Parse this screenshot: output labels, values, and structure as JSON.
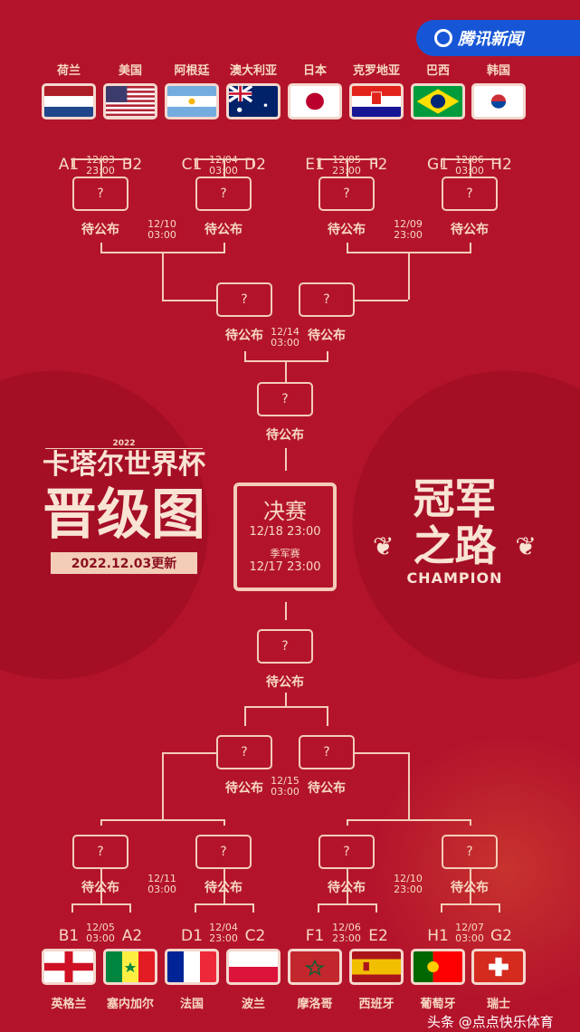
{
  "badge": {
    "label": "腾讯新闻",
    "icon": "tencent-news-logo"
  },
  "colors": {
    "background": "#b3142c",
    "text": "#f7d8c0",
    "badge": "#1656d6"
  },
  "top": {
    "teams": [
      {
        "name": "荷兰",
        "flag": "nl"
      },
      {
        "name": "美国",
        "flag": "us"
      },
      {
        "name": "阿根廷",
        "flag": "ar"
      },
      {
        "name": "澳大利亚",
        "flag": "au"
      },
      {
        "name": "日本",
        "flag": "jp"
      },
      {
        "name": "克罗地亚",
        "flag": "hr"
      },
      {
        "name": "巴西",
        "flag": "br"
      },
      {
        "name": "韩国",
        "flag": "kr"
      }
    ],
    "r16": [
      {
        "left": "A1",
        "right": "B2",
        "date": "12/03",
        "time": "23:00"
      },
      {
        "left": "C1",
        "right": "D2",
        "date": "12/04",
        "time": "03:00"
      },
      {
        "left": "E1",
        "right": "F2",
        "date": "12/05",
        "time": "23:00"
      },
      {
        "left": "G1",
        "right": "H2",
        "date": "12/06",
        "time": "03:00"
      }
    ],
    "qf_dates": [
      {
        "date": "12/10",
        "time": "03:00"
      },
      {
        "date": "12/09",
        "time": "23:00"
      }
    ],
    "sf_date": {
      "date": "12/14",
      "time": "03:00"
    }
  },
  "bottom": {
    "teams": [
      {
        "name": "英格兰",
        "flag": "en"
      },
      {
        "name": "塞内加尔",
        "flag": "sn"
      },
      {
        "name": "法国",
        "flag": "fr"
      },
      {
        "name": "波兰",
        "flag": "pl"
      },
      {
        "name": "摩洛哥",
        "flag": "ma"
      },
      {
        "name": "西班牙",
        "flag": "es"
      },
      {
        "name": "葡萄牙",
        "flag": "pt"
      },
      {
        "name": "瑞士",
        "flag": "ch"
      }
    ],
    "r16": [
      {
        "left": "B1",
        "right": "A2",
        "date": "12/05",
        "time": "03:00"
      },
      {
        "left": "D1",
        "right": "C2",
        "date": "12/04",
        "time": "23:00"
      },
      {
        "left": "F1",
        "right": "E2",
        "date": "12/06",
        "time": "23:00"
      },
      {
        "left": "H1",
        "right": "G2",
        "date": "12/07",
        "time": "03:00"
      }
    ],
    "qf_dates": [
      {
        "date": "12/11",
        "time": "03:00"
      },
      {
        "date": "12/10",
        "time": "23:00"
      }
    ],
    "sf_date": {
      "date": "12/15",
      "time": "03:00"
    }
  },
  "placeholder": "?",
  "tbd": "待公布",
  "final": {
    "title": "决赛",
    "time": "12/18 23:00",
    "third_title": "季军赛",
    "third_time": "12/17 23:00"
  },
  "logo": {
    "year": "2022",
    "title": "卡塔尔世界杯",
    "subtitle": "晋级图",
    "updated": "2022.12.03更新"
  },
  "champion": {
    "title1": "冠军",
    "title2": "之路",
    "en": "CHAMPION"
  },
  "watermark": "头条 @点点快乐体育"
}
